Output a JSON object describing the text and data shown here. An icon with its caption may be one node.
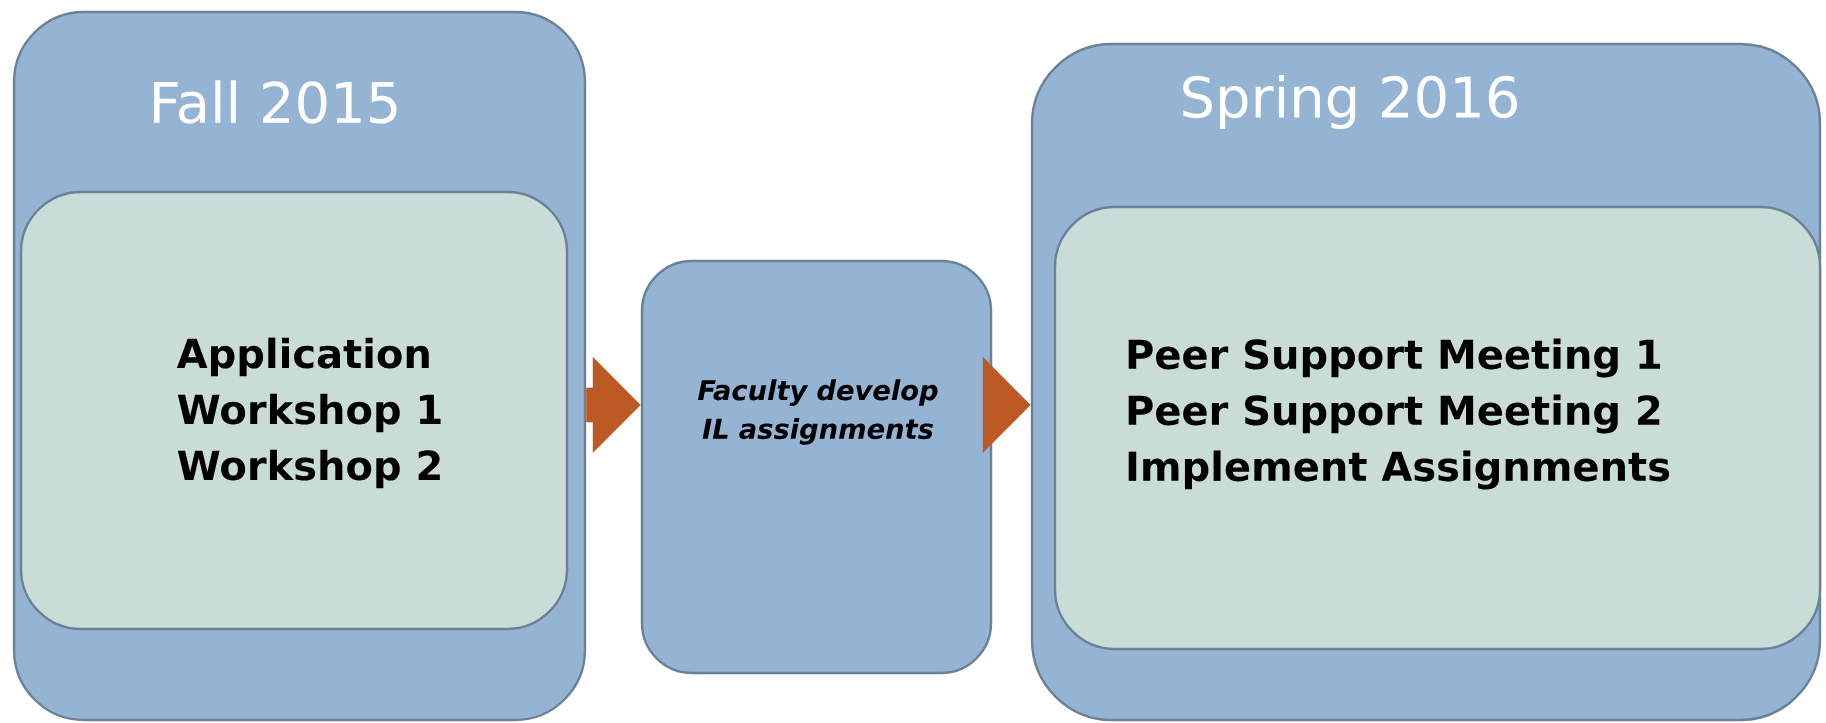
{
  "diagram": {
    "nodes": [
      {
        "text": [
          "Fall 2015"
        ]
      },
      {
        "text": [
          "Application",
          "Workshop 1",
          "Workshop 2"
        ],
        "in": 0
      },
      {
        "text": [
          "Faculty develop IL assignments"
        ]
      },
      {
        "text": [
          "Spring 2016"
        ]
      },
      {
        "text": [
          "Peer Support Meeting 1",
          "Peer Support Meeting 2",
          "Implement Assignments"
        ],
        "in": 3
      }
    ],
    "edges": [
      {
        "from": 0,
        "to": 2,
        "arrow": "to"
      },
      {
        "from": 2,
        "to": 3,
        "arrow": "to"
      }
    ]
  }
}
